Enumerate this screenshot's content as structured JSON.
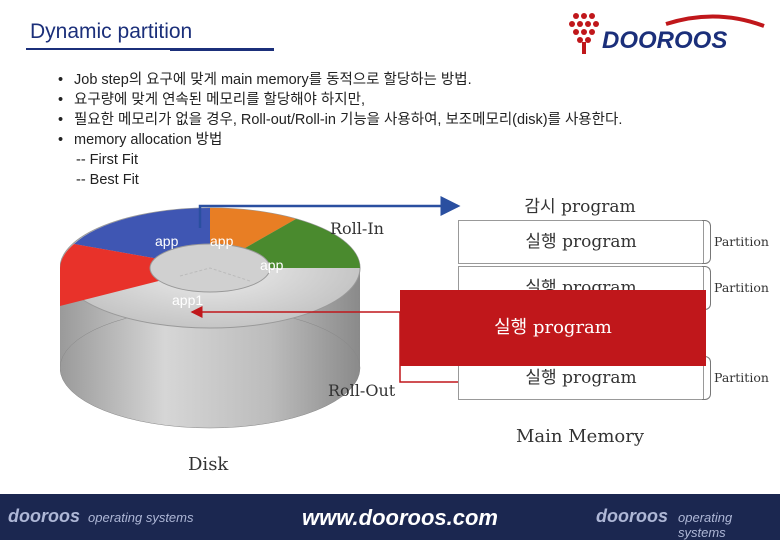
{
  "title": "Dynamic partition",
  "logo": {
    "brand": "DOOROOS"
  },
  "bullets": [
    "Job step의 요구에 맞게 main memory를 동적으로 할당하는 방법.",
    "요구량에 맞게 연속된 메모리를 할당해야 하지만,",
    "필요한 메모리가 없을 경우, Roll-out/Roll-in 기능을 사용하여, 보조메모리(disk)를 사용한다.",
    "memory allocation 방법"
  ],
  "sub_items": [
    "-- First Fit",
    "-- Best Fit"
  ],
  "disk": {
    "label": "Disk",
    "segments": [
      "app",
      "app",
      "app",
      "app1"
    ]
  },
  "arrows": {
    "roll_in": "Roll-In",
    "roll_out": "Roll-Out"
  },
  "memory": {
    "label": "Main Memory",
    "monitor": "감시 program",
    "blocks": [
      "실행 program",
      "실행 program",
      "실행 program"
    ],
    "overlay": "실행 program",
    "partition_label": "Partition"
  },
  "footer": {
    "left_brand": "dooroos",
    "left_tag": "operating systems",
    "url": "www.dooroos.com",
    "right_brand": "dooroos",
    "right_tag": "operating systems"
  },
  "colors": {
    "title": "#1b2f7a",
    "accent_red": "#c0171b",
    "footer_bg": "#1b2750",
    "arrow_blue": "#2a4fa0"
  }
}
